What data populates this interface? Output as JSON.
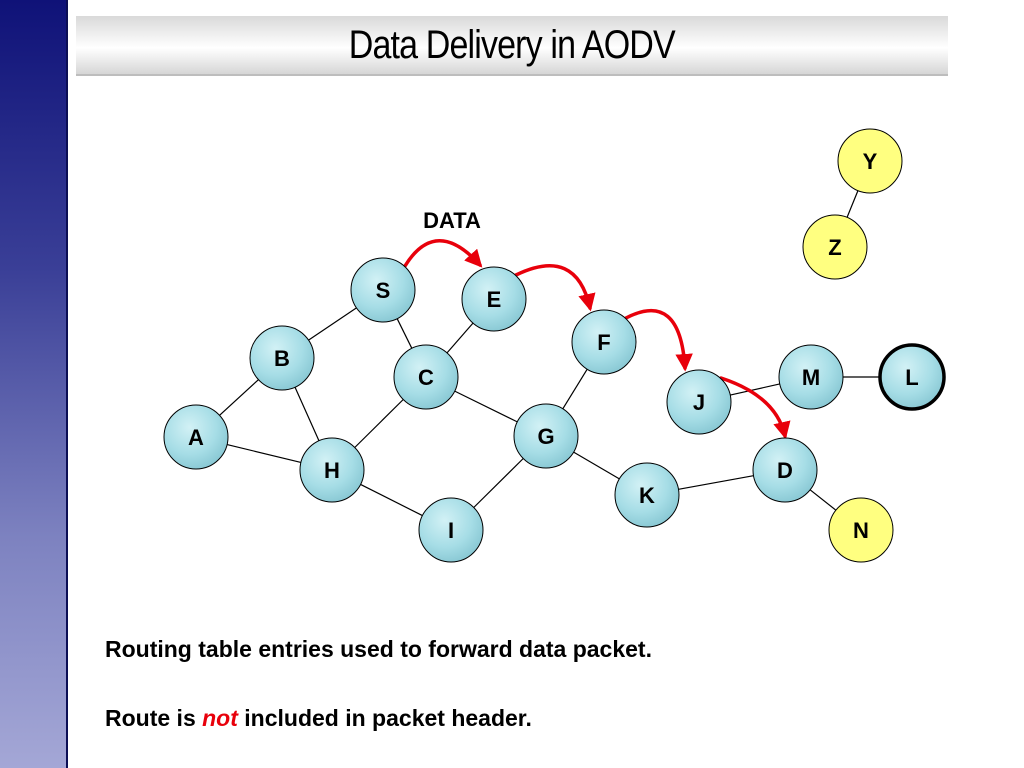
{
  "slide": {
    "title": "Data Delivery in AODV"
  },
  "diagram": {
    "data_label": "DATA",
    "nodes": [
      {
        "id": "S",
        "label": "S",
        "style": "network"
      },
      {
        "id": "E",
        "label": "E",
        "style": "network"
      },
      {
        "id": "B",
        "label": "B",
        "style": "network"
      },
      {
        "id": "C",
        "label": "C",
        "style": "network"
      },
      {
        "id": "F",
        "label": "F",
        "style": "network"
      },
      {
        "id": "A",
        "label": "A",
        "style": "network"
      },
      {
        "id": "H",
        "label": "H",
        "style": "network"
      },
      {
        "id": "G",
        "label": "G",
        "style": "network"
      },
      {
        "id": "I",
        "label": "I",
        "style": "network"
      },
      {
        "id": "J",
        "label": "J",
        "style": "network"
      },
      {
        "id": "K",
        "label": "K",
        "style": "network"
      },
      {
        "id": "M",
        "label": "M",
        "style": "network"
      },
      {
        "id": "L",
        "label": "L",
        "style": "destination"
      },
      {
        "id": "D",
        "label": "D",
        "style": "network"
      },
      {
        "id": "N",
        "label": "N",
        "style": "isolated"
      },
      {
        "id": "Y",
        "label": "Y",
        "style": "isolated"
      },
      {
        "id": "Z",
        "label": "Z",
        "style": "isolated"
      }
    ],
    "links": [
      [
        "S",
        "B"
      ],
      [
        "S",
        "C"
      ],
      [
        "E",
        "C"
      ],
      [
        "B",
        "A"
      ],
      [
        "B",
        "H"
      ],
      [
        "A",
        "H"
      ],
      [
        "C",
        "H"
      ],
      [
        "C",
        "G"
      ],
      [
        "F",
        "G"
      ],
      [
        "H",
        "I"
      ],
      [
        "I",
        "G"
      ],
      [
        "G",
        "K"
      ],
      [
        "K",
        "D"
      ],
      [
        "J",
        "M"
      ],
      [
        "M",
        "L"
      ],
      [
        "D",
        "N"
      ],
      [
        "Y",
        "Z"
      ]
    ],
    "data_path": [
      [
        "S",
        "E"
      ],
      [
        "E",
        "F"
      ],
      [
        "F",
        "J"
      ],
      [
        "J",
        "D"
      ]
    ],
    "colors": {
      "network_node": "#a6dde6",
      "isolated_node": "#ffff80",
      "data_arrow": "#e8000b",
      "link": "#000000"
    }
  },
  "captions": {
    "line1": "Routing table entries used to forward data packet.",
    "line2_prefix": "Route is ",
    "line2_emphasis": "not",
    "line2_suffix": " included in packet header."
  }
}
